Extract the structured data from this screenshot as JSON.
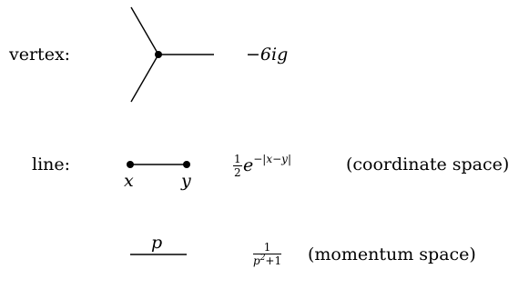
{
  "vertex": {
    "label": "vertex:",
    "factor": "−6ig"
  },
  "line": {
    "label": "line:",
    "endpoint_left": "x",
    "endpoint_right": "y",
    "prefactor_num": "1",
    "prefactor_den": "2",
    "base": "e",
    "exponent": "−|x−y|",
    "note": "(coordinate space)"
  },
  "momentum": {
    "line_label": "p",
    "num": "1",
    "den_base": "p",
    "den_exp": "2",
    "den_tail": "+1",
    "note": "(momentum space)"
  }
}
